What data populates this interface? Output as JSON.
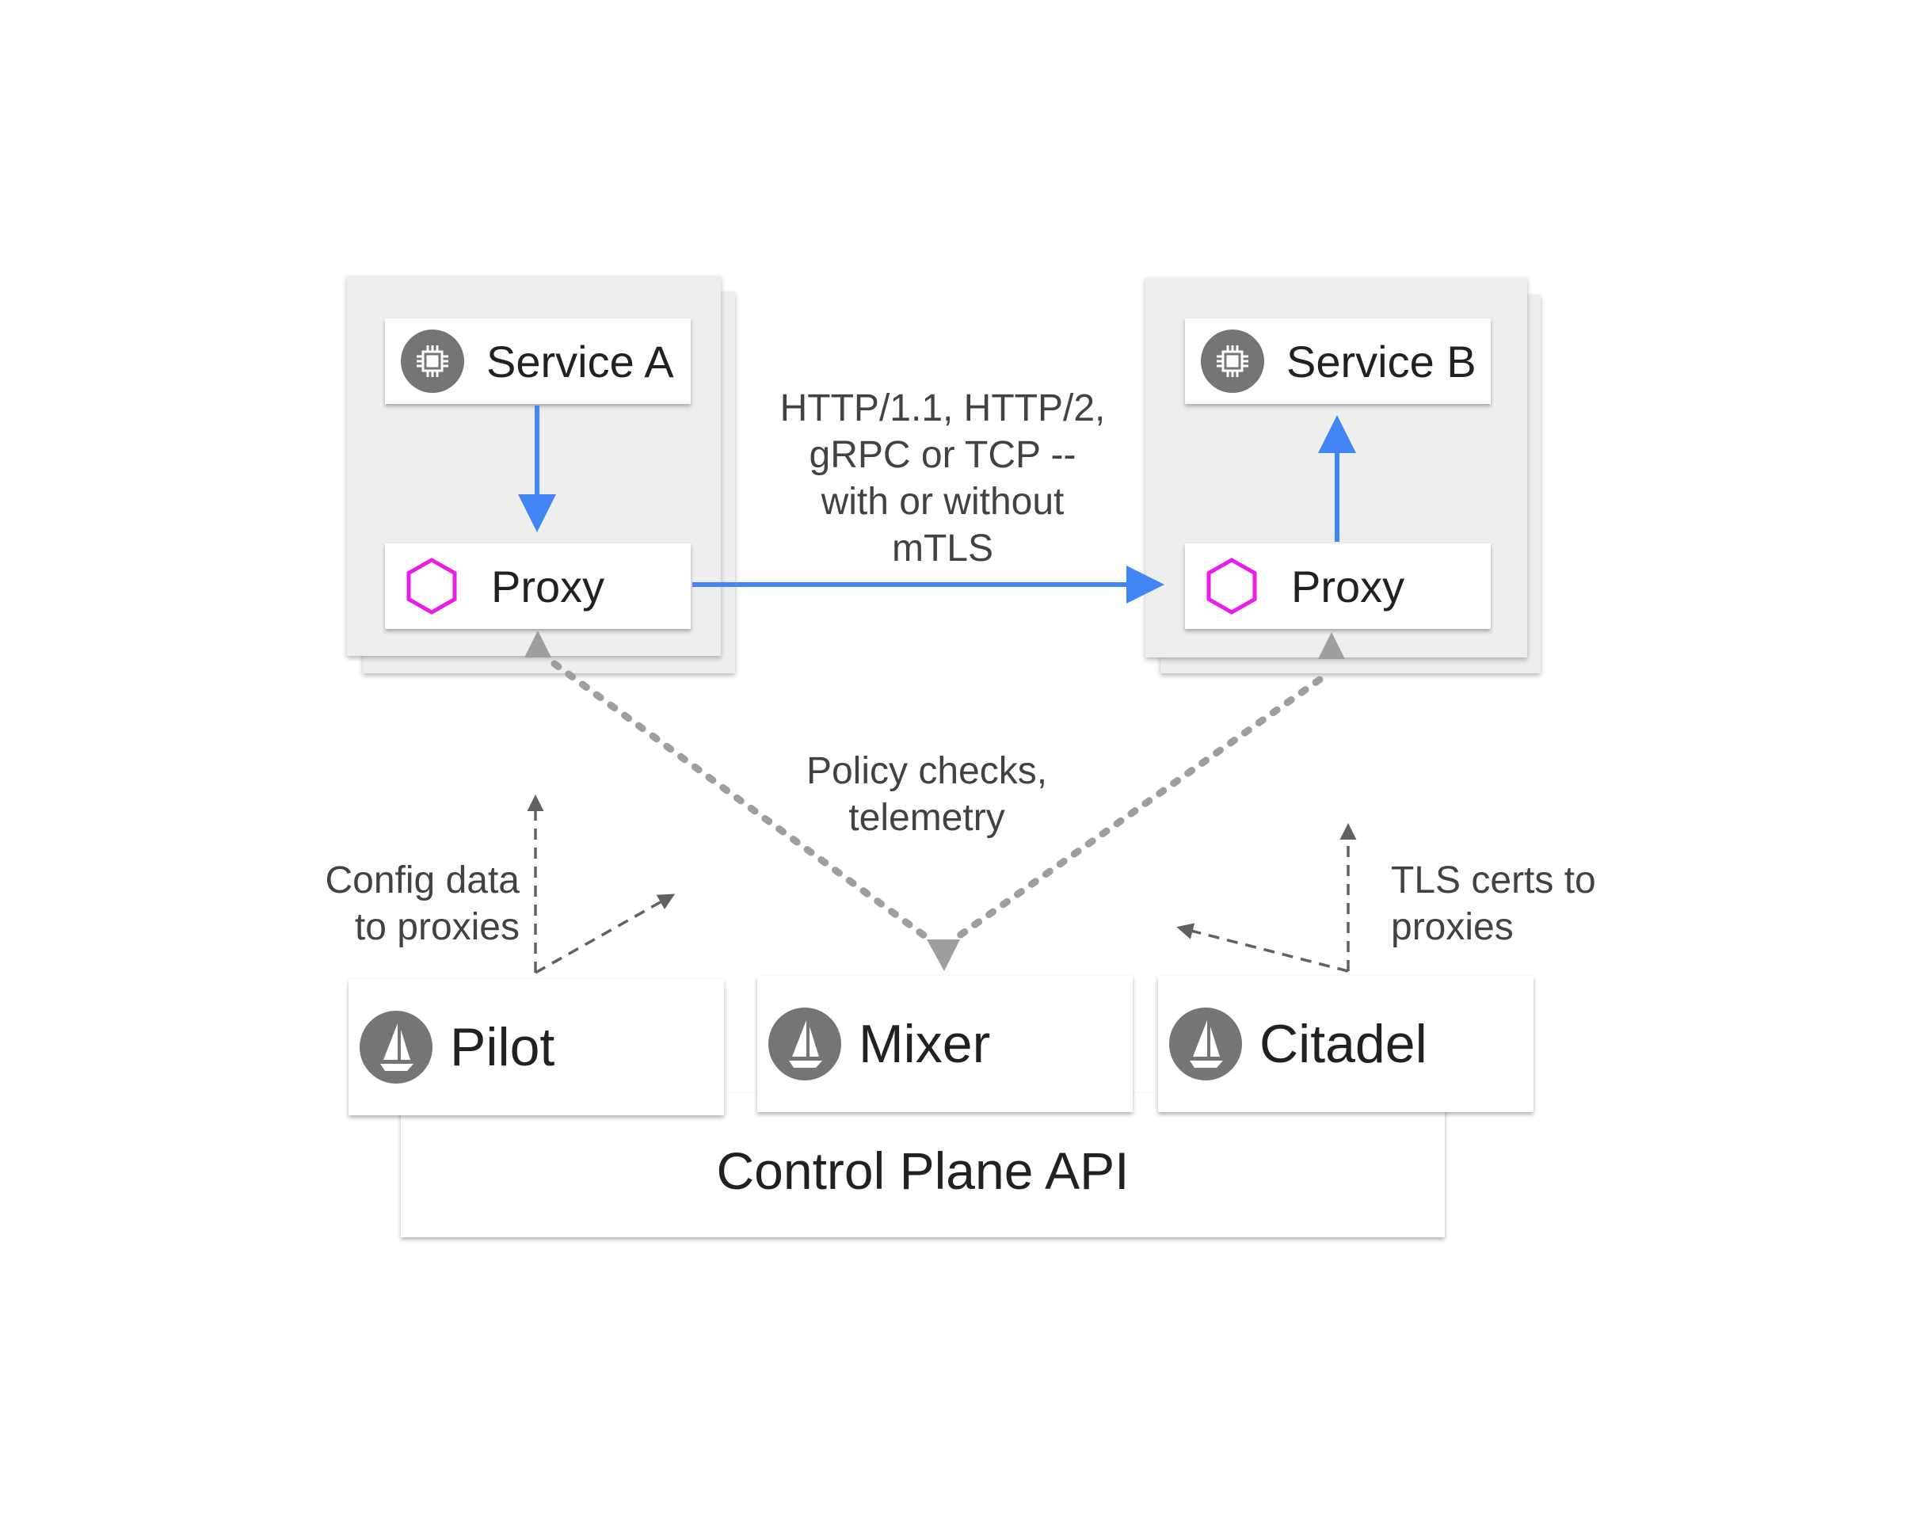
{
  "services": {
    "a": {
      "label": "Service A",
      "icon": "chip-icon"
    },
    "b": {
      "label": "Service B",
      "icon": "chip-icon"
    }
  },
  "proxies": {
    "a": {
      "label": "Proxy",
      "icon": "hexagon-icon"
    },
    "b": {
      "label": "Proxy",
      "icon": "hexagon-icon"
    }
  },
  "protocol_note": [
    "HTTP/1.1, HTTP/2,",
    "gRPC or TCP --",
    "with or without",
    "mTLS"
  ],
  "policy_note": [
    "Policy checks,",
    "telemetry"
  ],
  "config_note": [
    "Config data",
    "to proxies"
  ],
  "tls_note": [
    "TLS certs to",
    "proxies"
  ],
  "components": {
    "pilot": {
      "label": "Pilot",
      "icon": "sailboat-icon"
    },
    "mixer": {
      "label": "Mixer",
      "icon": "sailboat-icon"
    },
    "citadel": {
      "label": "Citadel",
      "icon": "sailboat-icon"
    }
  },
  "control_plane": {
    "label": "Control Plane API"
  },
  "colors": {
    "data_flow": "#4285f4",
    "control_flow": "#9e9e9e",
    "proxy_icon": "#e91ce9",
    "icon_fill": "#757575",
    "panel": "#eeeeee"
  }
}
